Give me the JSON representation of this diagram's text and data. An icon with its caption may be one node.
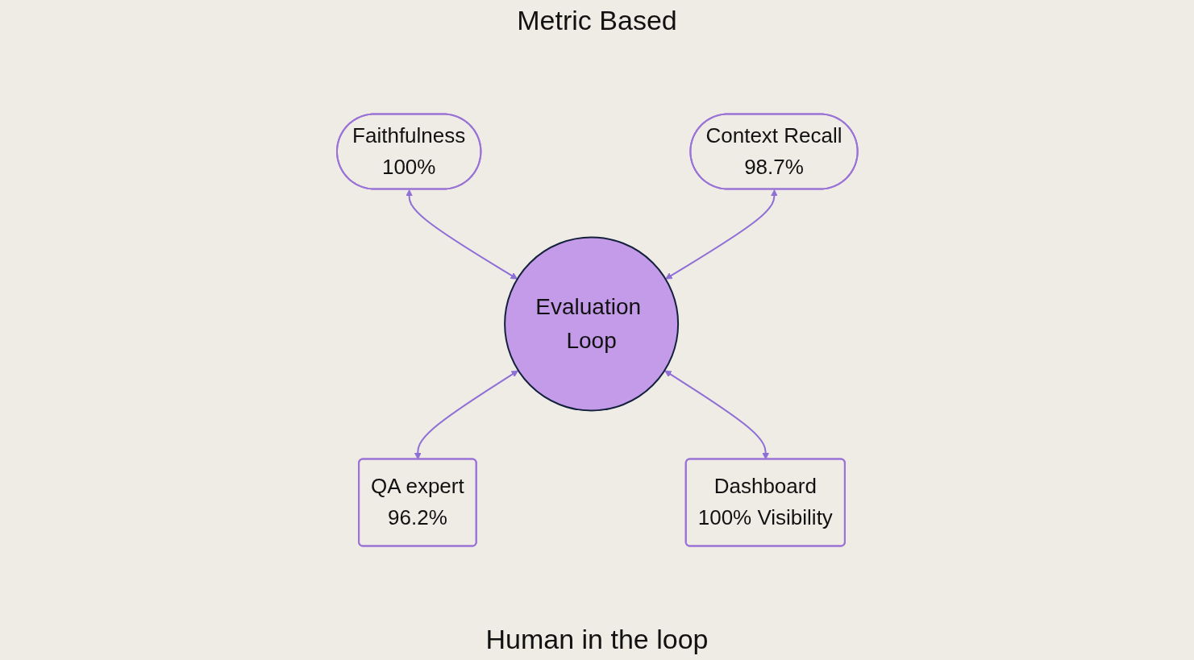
{
  "diagram": {
    "nodes": [
      {
        "text": [
          "Faithfulness",
          "100%"
        ]
      },
      {
        "text": [
          "Context Recall",
          "98.7%"
        ]
      },
      {
        "text": [
          "Evaluation Loop"
        ]
      },
      {
        "text": [
          "QA expert",
          "96.2%"
        ]
      },
      {
        "text": [
          "Dashboard",
          "100% Visibility"
        ]
      }
    ],
    "edges": [
      {
        "from": 0,
        "to": 2,
        "arrow": "both"
      },
      {
        "from": 1,
        "to": 2,
        "arrow": "both"
      },
      {
        "from": 2,
        "to": 3,
        "arrow": "both"
      },
      {
        "from": 2,
        "to": 4,
        "arrow": "both"
      }
    ],
    "labels": [
      "Metric Based",
      "Human in the loop"
    ]
  }
}
